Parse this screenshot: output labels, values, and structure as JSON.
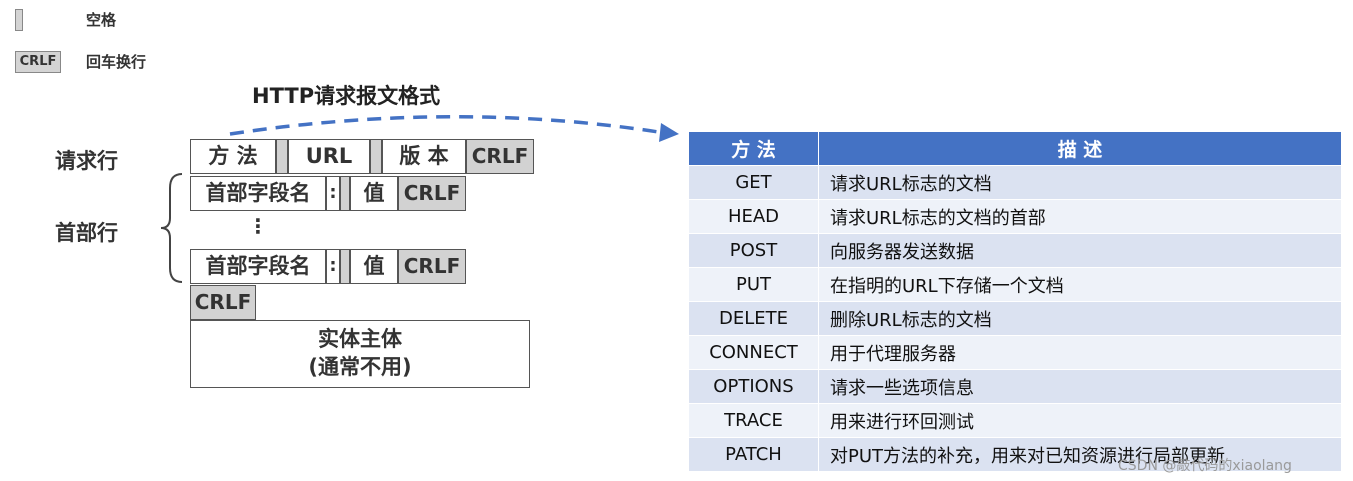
{
  "legend": {
    "space_label": "空格",
    "crlf_label": "回车换行",
    "crlf_swatch": "CRLF"
  },
  "diagram": {
    "title": "HTTP请求报文格式",
    "request_line_label": "请求行",
    "header_lines_label": "首部行",
    "request_line": {
      "method": "方 法",
      "url": "URL",
      "version": "版 本",
      "crlf": "CRLF"
    },
    "header_line_1": {
      "field": "首部字段名",
      "colon": ":",
      "value": "值",
      "crlf": "CRLF"
    },
    "ellipsis": "⋮",
    "header_line_2": {
      "field": "首部字段名",
      "colon": ":",
      "value": "值",
      "crlf": "CRLF"
    },
    "blank_line_crlf": "CRLF",
    "body_line1": "实体主体",
    "body_line2": "(通常不用)"
  },
  "methods_table": {
    "header_method": "方 法",
    "header_desc": "描 述",
    "rows": [
      {
        "method": "GET",
        "desc": "请求URL标志的文档"
      },
      {
        "method": "HEAD",
        "desc": "请求URL标志的文档的首部"
      },
      {
        "method": "POST",
        "desc": "向服务器发送数据"
      },
      {
        "method": "PUT",
        "desc": "在指明的URL下存储一个文档"
      },
      {
        "method": "DELETE",
        "desc": "删除URL标志的文档"
      },
      {
        "method": "CONNECT",
        "desc": "用于代理服务器"
      },
      {
        "method": "OPTIONS",
        "desc": "请求一些选项信息"
      },
      {
        "method": "TRACE",
        "desc": "用来进行环回测试"
      },
      {
        "method": "PATCH",
        "desc": "对PUT方法的补充，用来对已知资源进行局部更新"
      }
    ]
  },
  "colors": {
    "table_header": "#4472c4",
    "row_dark": "#dbe2f1",
    "row_light": "#eef2f9",
    "arrow": "#4472c4",
    "cell_gray": "#d2d2d2"
  },
  "watermark": "CSDN @敲代码的xiaolang"
}
